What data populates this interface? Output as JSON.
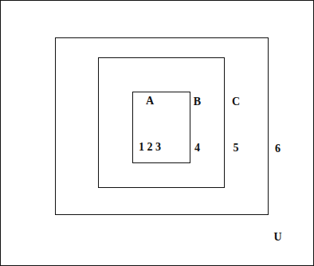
{
  "diagram": {
    "nodes": [
      {
        "text": [
          "U",
          "6"
        ]
      },
      {
        "text": [
          "C",
          "5"
        ],
        "in": 0
      },
      {
        "text": [
          "B",
          "4"
        ],
        "in": 1
      },
      {
        "text": [
          "A",
          "1 2 3"
        ],
        "in": 2
      }
    ]
  }
}
